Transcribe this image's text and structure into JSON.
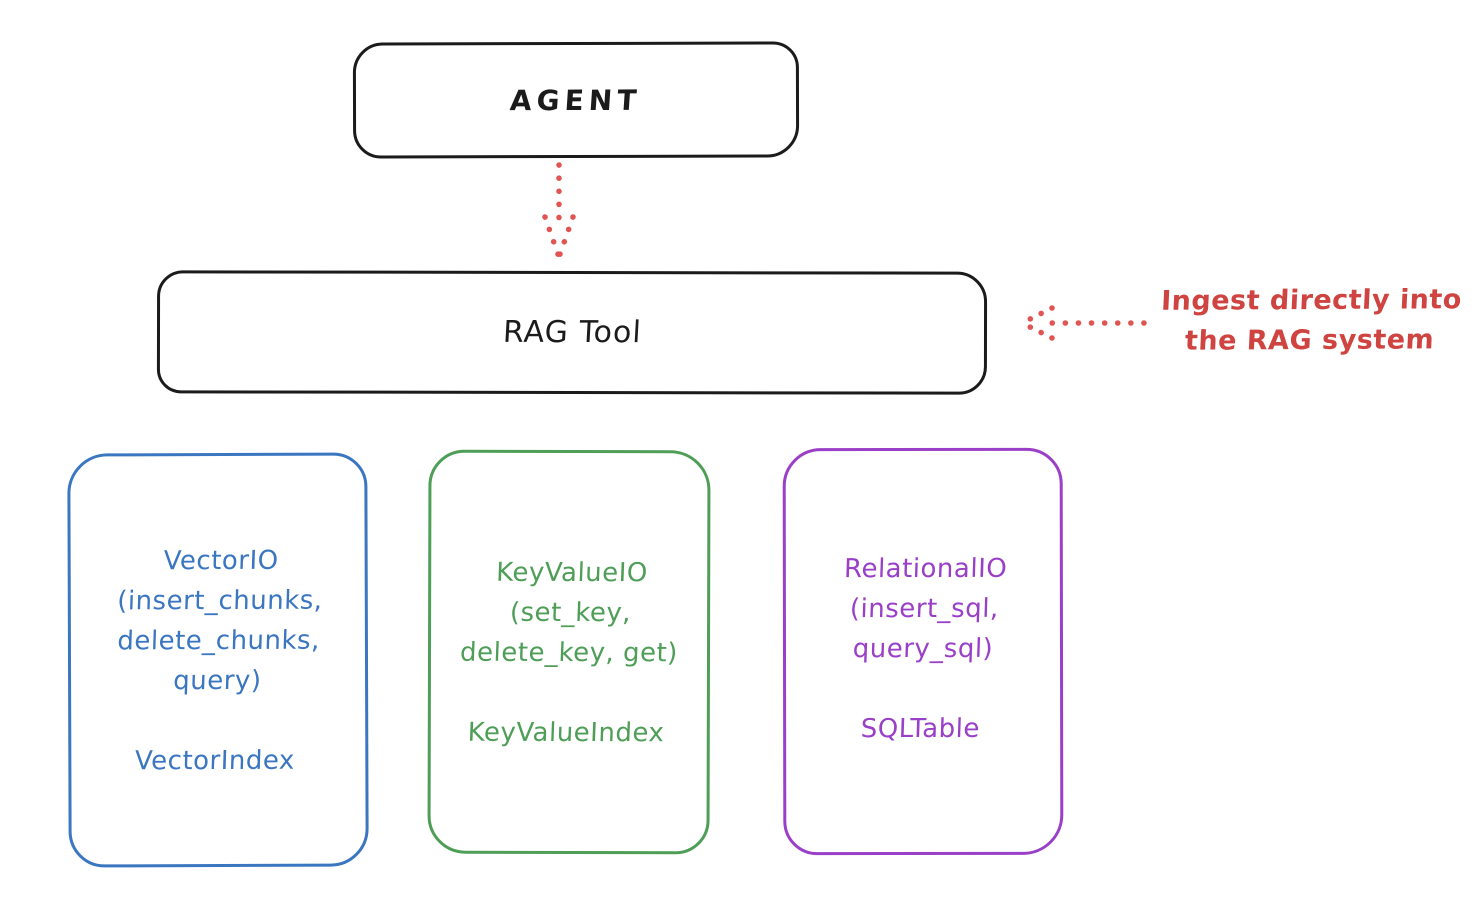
{
  "title_boxes": {
    "agent": {
      "label": "AGENT"
    },
    "rag_tool": {
      "label": "RAG Tool"
    }
  },
  "annotation": {
    "line1": "Ingest directly into",
    "line2": "the RAG system"
  },
  "storage_boxes": {
    "vector": {
      "lines": [
        "VectorIO",
        "(insert_chunks,",
        "delete_chunks,",
        "query)"
      ],
      "index_label": "VectorIndex",
      "color": "#3b76c1"
    },
    "keyvalue": {
      "lines": [
        "KeyValueIO",
        "(set_key,",
        "delete_key, get)"
      ],
      "index_label": "KeyValueIndex",
      "color": "#4f9e58"
    },
    "relational": {
      "lines": [
        "RelationalIO",
        "(insert_sql,",
        "query_sql)"
      ],
      "index_label": "SQLTable",
      "color": "#9a3fc7"
    }
  },
  "arrows": {
    "agent_to_ragtool": {
      "style": "dotted",
      "direction": "down",
      "color": "#e05551"
    },
    "annotation_to_ragtool": {
      "style": "dotted",
      "direction": "left",
      "color": "#e05551"
    }
  },
  "colors": {
    "ink": "#1b1b1b",
    "accent_red": "#cf4340",
    "vector_blue": "#3b76c1",
    "keyvalue_green": "#4f9e58",
    "relational_purple": "#9a3fc7",
    "background": "#ffffff"
  }
}
